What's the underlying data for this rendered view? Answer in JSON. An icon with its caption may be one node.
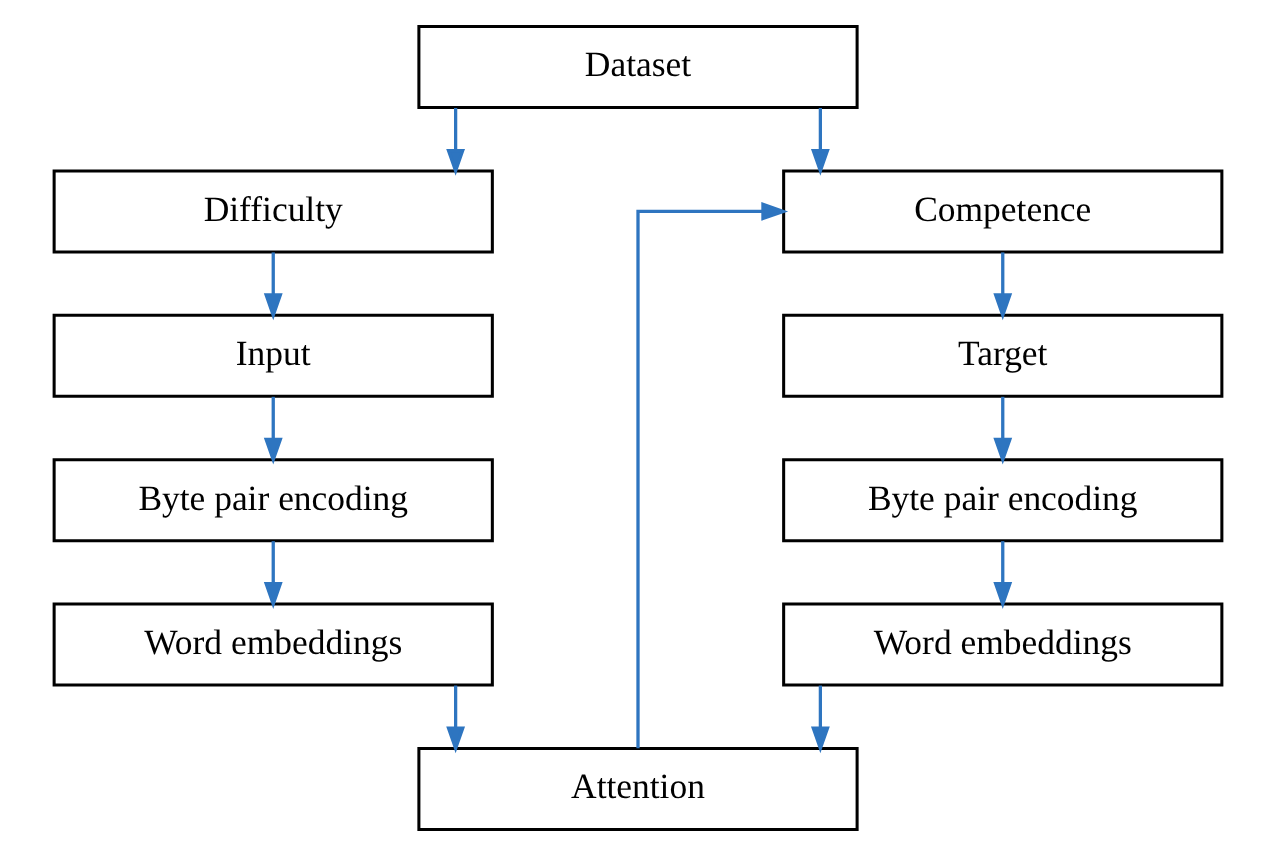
{
  "diagram": {
    "nodes": [
      {
        "text": [
          "Dataset"
        ]
      },
      {
        "text": [
          "Difficulty"
        ]
      },
      {
        "text": [
          "Input"
        ]
      },
      {
        "text": [
          "Byte pair encoding"
        ]
      },
      {
        "text": [
          "Word embeddings"
        ]
      },
      {
        "text": [
          "Competence"
        ]
      },
      {
        "text": [
          "Target"
        ]
      },
      {
        "text": [
          "Byte pair encoding"
        ]
      },
      {
        "text": [
          "Word embeddings"
        ]
      },
      {
        "text": [
          "Attention"
        ]
      }
    ],
    "edges": [
      {
        "from": 0,
        "to": 1,
        "arrow": "to"
      },
      {
        "from": 0,
        "to": 5,
        "arrow": "to"
      },
      {
        "from": 1,
        "to": 2,
        "arrow": "to"
      },
      {
        "from": 2,
        "to": 3,
        "arrow": "to"
      },
      {
        "from": 3,
        "to": 4,
        "arrow": "to"
      },
      {
        "from": 5,
        "to": 6,
        "arrow": "to"
      },
      {
        "from": 6,
        "to": 7,
        "arrow": "to"
      },
      {
        "from": 7,
        "to": 8,
        "arrow": "to"
      },
      {
        "from": 4,
        "to": 9,
        "arrow": "to"
      },
      {
        "from": 8,
        "to": 9,
        "arrow": "to"
      },
      {
        "from": 9,
        "to": 5,
        "arrow": "to"
      }
    ]
  }
}
